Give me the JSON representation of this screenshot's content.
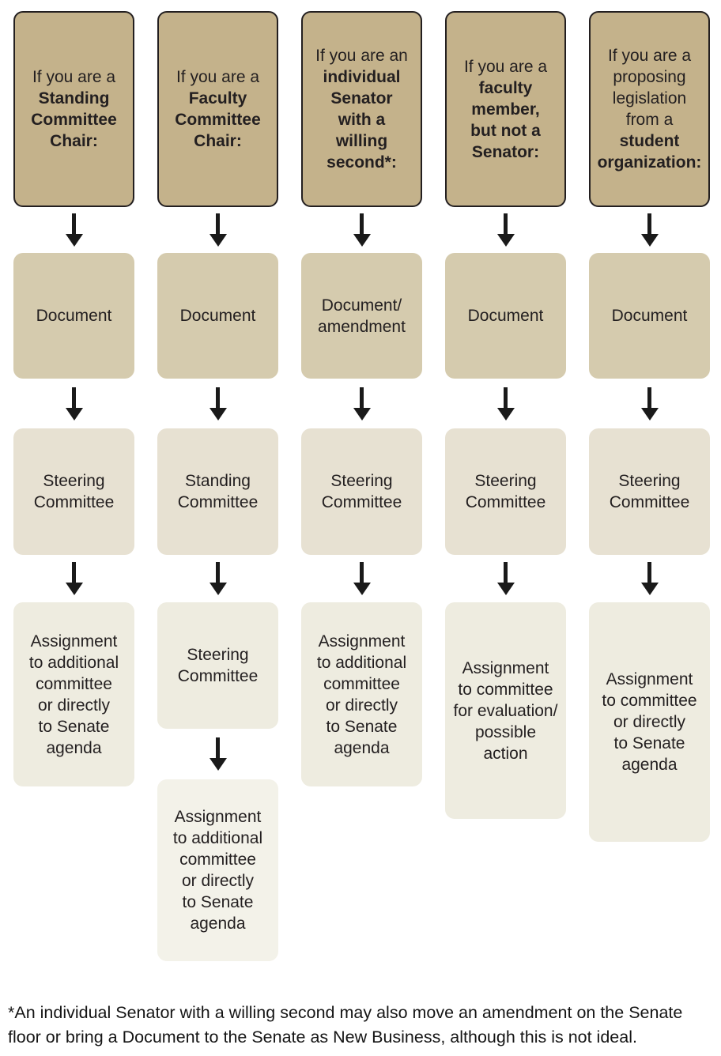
{
  "colors": {
    "header_fill": "#c4b28b",
    "header_border": "#231f20",
    "stage2_fill": "#d5cbae",
    "stage3_fill": "#e7e1d2",
    "stage4_fill": "#eeece0",
    "stage5_fill": "#f3f2e9",
    "text": "#231f20",
    "arrow": "#1a1a1a",
    "background": "#ffffff"
  },
  "icons": {
    "down_arrow": "↓"
  },
  "columns": [
    {
      "header_lines": [
        {
          "text": "If you are a",
          "bold": false
        },
        {
          "text": "Standing",
          "bold": true
        },
        {
          "text": "Committee",
          "bold": true
        },
        {
          "text": "Chair:",
          "bold": true
        }
      ],
      "stages": [
        {
          "label": "Document"
        },
        {
          "label": "Steering\nCommittee"
        },
        {
          "label": "Assignment\nto additional\ncommittee\nor directly\nto Senate\nagenda"
        }
      ]
    },
    {
      "header_lines": [
        {
          "text": "If you are a",
          "bold": false
        },
        {
          "text": "Faculty",
          "bold": true
        },
        {
          "text": "Committee",
          "bold": true
        },
        {
          "text": "Chair:",
          "bold": true
        }
      ],
      "stages": [
        {
          "label": "Document"
        },
        {
          "label": "Standing\nCommittee"
        },
        {
          "label": "Steering\nCommittee"
        },
        {
          "label": "Assignment\nto additional\ncommittee\nor directly\nto Senate\nagenda"
        }
      ]
    },
    {
      "header_lines": [
        {
          "text": "If you are an",
          "bold": false
        },
        {
          "text": "individual",
          "bold": true
        },
        {
          "text": "Senator",
          "bold": true
        },
        {
          "text": "with a",
          "bold": true
        },
        {
          "text": "willing",
          "bold": true
        },
        {
          "text": "second*:",
          "bold": true
        }
      ],
      "stages": [
        {
          "label": "Document/\namendment"
        },
        {
          "label": "Steering\nCommittee"
        },
        {
          "label": "Assignment\nto additional\ncommittee\nor directly\nto Senate\nagenda"
        }
      ]
    },
    {
      "header_lines": [
        {
          "text": "If you are a",
          "bold": false
        },
        {
          "text": "faculty",
          "bold": true
        },
        {
          "text": "member,",
          "bold": true
        },
        {
          "text": "but not a",
          "bold": true
        },
        {
          "text": "Senator:",
          "bold": true
        }
      ],
      "stages": [
        {
          "label": "Document"
        },
        {
          "label": "Steering\nCommittee"
        },
        {
          "label": "Assignment\nto committee\nfor evaluation/\npossible\naction"
        }
      ]
    },
    {
      "header_lines": [
        {
          "text": "If you are a",
          "bold": false
        },
        {
          "text": "proposing",
          "bold": false
        },
        {
          "text": "legislation",
          "bold": false
        },
        {
          "text": "from a",
          "bold": false
        },
        {
          "text": "student",
          "bold": true
        },
        {
          "text": "organization:",
          "bold": true
        }
      ],
      "stages": [
        {
          "label": "Document"
        },
        {
          "label": "Steering\nCommittee"
        },
        {
          "label": "Assignment\nto committee\nor directly\nto Senate\nagenda"
        }
      ]
    }
  ],
  "footnote": "*An individual Senator with a willing second may also move an amendment on the Senate floor or bring a Document to the Senate as New Business, although this is not ideal."
}
